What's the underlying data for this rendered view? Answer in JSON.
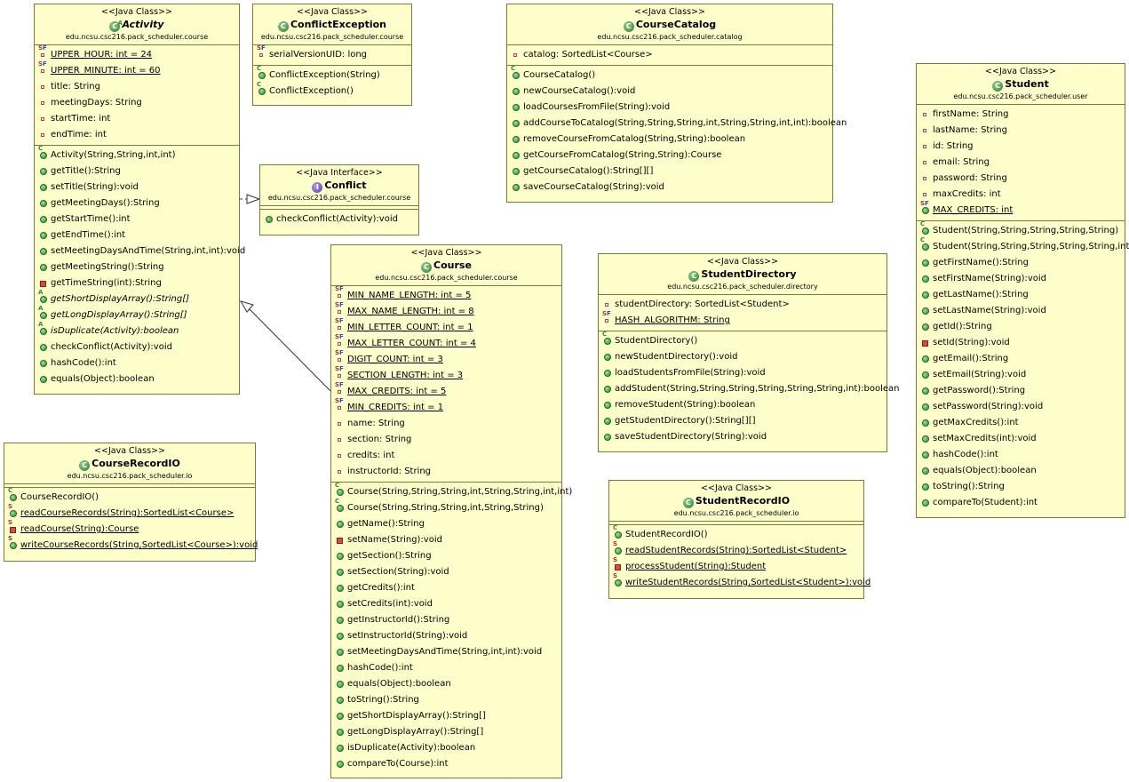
{
  "classes": {
    "activity": {
      "stereotype": "<<Java Class>>",
      "name": "Activity",
      "package": "edu.ncsu.csc216.pack_scheduler.course",
      "fields": [
        {
          "text": "UPPER_HOUR: int = 24",
          "vis": "private",
          "mods": "SF",
          "underline": true
        },
        {
          "text": "UPPER_MINUTE: int = 60",
          "vis": "private",
          "mods": "SF",
          "underline": true
        },
        {
          "text": "title: String",
          "vis": "private"
        },
        {
          "text": "meetingDays: String",
          "vis": "private"
        },
        {
          "text": "startTime: int",
          "vis": "private"
        },
        {
          "text": "endTime: int",
          "vis": "private"
        }
      ],
      "methods": [
        {
          "text": "Activity(String,String,int,int)",
          "vis": "public",
          "mods": "C"
        },
        {
          "text": "getTitle():String",
          "vis": "public"
        },
        {
          "text": "setTitle(String):void",
          "vis": "public"
        },
        {
          "text": "getMeetingDays():String",
          "vis": "public"
        },
        {
          "text": "getStartTime():int",
          "vis": "public"
        },
        {
          "text": "getEndTime():int",
          "vis": "public"
        },
        {
          "text": "setMeetingDaysAndTime(String,int,int):void",
          "vis": "public"
        },
        {
          "text": "getMeetingString():String",
          "vis": "public"
        },
        {
          "text": "getTimeString(int):String",
          "vis": "privatem"
        },
        {
          "text": "getShortDisplayArray():String[]",
          "vis": "public",
          "mods": "A",
          "italic": true
        },
        {
          "text": "getLongDisplayArray():String[]",
          "vis": "public",
          "mods": "A",
          "italic": true
        },
        {
          "text": "isDuplicate(Activity):boolean",
          "vis": "public",
          "mods": "A",
          "italic": true
        },
        {
          "text": "checkConflict(Activity):void",
          "vis": "public"
        },
        {
          "text": "hashCode():int",
          "vis": "public"
        },
        {
          "text": "equals(Object):boolean",
          "vis": "public"
        }
      ]
    },
    "conflictException": {
      "stereotype": "<<Java Class>>",
      "name": "ConflictException",
      "package": "edu.ncsu.csc216.pack_scheduler.course",
      "fields": [
        {
          "text": "serialVersionUID: long",
          "vis": "private",
          "mods": "SF"
        }
      ],
      "methods": [
        {
          "text": "ConflictException(String)",
          "vis": "public",
          "mods": "C"
        },
        {
          "text": "ConflictException()",
          "vis": "public",
          "mods": "C"
        }
      ]
    },
    "conflict": {
      "stereotype": "<<Java Interface>>",
      "name": "Conflict",
      "package": "edu.ncsu.csc216.pack_scheduler.course",
      "fields": [],
      "methods": [
        {
          "text": "checkConflict(Activity):void",
          "vis": "public"
        }
      ]
    },
    "course": {
      "stereotype": "<<Java Class>>",
      "name": "Course",
      "package": "edu.ncsu.csc216.pack_scheduler.course",
      "fields": [
        {
          "text": "MIN_NAME_LENGTH: int = 5",
          "vis": "private",
          "mods": "SF",
          "underline": true
        },
        {
          "text": "MAX_NAME_LENGTH: int = 8",
          "vis": "private",
          "mods": "SF",
          "underline": true
        },
        {
          "text": "MIN_LETTER_COUNT: int = 1",
          "vis": "private",
          "mods": "SF",
          "underline": true
        },
        {
          "text": "MAX_LETTER_COUNT: int = 4",
          "vis": "private",
          "mods": "SF",
          "underline": true
        },
        {
          "text": "DIGIT_COUNT: int = 3",
          "vis": "private",
          "mods": "SF",
          "underline": true
        },
        {
          "text": "SECTION_LENGTH: int = 3",
          "vis": "private",
          "mods": "SF",
          "underline": true
        },
        {
          "text": "MAX_CREDITS: int = 5",
          "vis": "private",
          "mods": "SF",
          "underline": true
        },
        {
          "text": "MIN_CREDITS: int = 1",
          "vis": "private",
          "mods": "SF",
          "underline": true
        },
        {
          "text": "name: String",
          "vis": "private"
        },
        {
          "text": "section: String",
          "vis": "private"
        },
        {
          "text": "credits: int",
          "vis": "private"
        },
        {
          "text": "instructorId: String",
          "vis": "private"
        }
      ],
      "methods": [
        {
          "text": "Course(String,String,String,int,String,String,int,int)",
          "vis": "public",
          "mods": "C"
        },
        {
          "text": "Course(String,String,String,int,String,String)",
          "vis": "public",
          "mods": "C"
        },
        {
          "text": "getName():String",
          "vis": "public"
        },
        {
          "text": "setName(String):void",
          "vis": "privatem"
        },
        {
          "text": "getSection():String",
          "vis": "public"
        },
        {
          "text": "setSection(String):void",
          "vis": "public"
        },
        {
          "text": "getCredits():int",
          "vis": "public"
        },
        {
          "text": "setCredits(int):void",
          "vis": "public"
        },
        {
          "text": "getInstructorId():String",
          "vis": "public"
        },
        {
          "text": "setInstructorId(String):void",
          "vis": "public"
        },
        {
          "text": "setMeetingDaysAndTime(String,int,int):void",
          "vis": "public"
        },
        {
          "text": "hashCode():int",
          "vis": "public"
        },
        {
          "text": "equals(Object):boolean",
          "vis": "public"
        },
        {
          "text": "toString():String",
          "vis": "public"
        },
        {
          "text": "getShortDisplayArray():String[]",
          "vis": "public"
        },
        {
          "text": "getLongDisplayArray():String[]",
          "vis": "public"
        },
        {
          "text": "isDuplicate(Activity):boolean",
          "vis": "public"
        },
        {
          "text": "compareTo(Course):int",
          "vis": "public"
        }
      ]
    },
    "courseCatalog": {
      "stereotype": "<<Java Class>>",
      "name": "CourseCatalog",
      "package": "edu.ncsu.csc216.pack_scheduler.catalog",
      "fields": [
        {
          "text": "catalog: SortedList<Course>",
          "vis": "private"
        }
      ],
      "methods": [
        {
          "text": "CourseCatalog()",
          "vis": "public",
          "mods": "C"
        },
        {
          "text": "newCourseCatalog():void",
          "vis": "public"
        },
        {
          "text": "loadCoursesFromFile(String):void",
          "vis": "public"
        },
        {
          "text": "addCourseToCatalog(String,String,String,int,String,String,int,int):boolean",
          "vis": "public"
        },
        {
          "text": "removeCourseFromCatalog(String,String):boolean",
          "vis": "public"
        },
        {
          "text": "getCourseFromCatalog(String,String):Course",
          "vis": "public"
        },
        {
          "text": "getCourseCatalog():String[][]",
          "vis": "public"
        },
        {
          "text": "saveCourseCatalog(String):void",
          "vis": "public"
        }
      ]
    },
    "studentDirectory": {
      "stereotype": "<<Java Class>>",
      "name": "StudentDirectory",
      "package": "edu.ncsu.csc216.pack_scheduler.directory",
      "fields": [
        {
          "text": "studentDirectory: SortedList<Student>",
          "vis": "private"
        },
        {
          "text": "HASH_ALGORITHM: String",
          "vis": "private",
          "mods": "SF",
          "underline": true
        }
      ],
      "methods": [
        {
          "text": "StudentDirectory()",
          "vis": "public",
          "mods": "C"
        },
        {
          "text": "newStudentDirectory():void",
          "vis": "public"
        },
        {
          "text": "loadStudentsFromFile(String):void",
          "vis": "public"
        },
        {
          "text": "addStudent(String,String,String,String,String,String,int):boolean",
          "vis": "public"
        },
        {
          "text": "removeStudent(String):boolean",
          "vis": "public"
        },
        {
          "text": "getStudentDirectory():String[][]",
          "vis": "public"
        },
        {
          "text": "saveStudentDirectory(String):void",
          "vis": "public"
        }
      ]
    },
    "student": {
      "stereotype": "<<Java Class>>",
      "name": "Student",
      "package": "edu.ncsu.csc216.pack_scheduler.user",
      "fields": [
        {
          "text": "firstName: String",
          "vis": "private"
        },
        {
          "text": "lastName: String",
          "vis": "private"
        },
        {
          "text": "id: String",
          "vis": "private"
        },
        {
          "text": "email: String",
          "vis": "private"
        },
        {
          "text": "password: String",
          "vis": "private"
        },
        {
          "text": "maxCredits: int",
          "vis": "private"
        },
        {
          "text": "MAX_CREDITS: int",
          "vis": "public",
          "mods": "SF",
          "underline": true
        }
      ],
      "methods": [
        {
          "text": "Student(String,String,String,String,String)",
          "vis": "public",
          "mods": "C"
        },
        {
          "text": "Student(String,String,String,String,String,int)",
          "vis": "public",
          "mods": "C"
        },
        {
          "text": "getFirstName():String",
          "vis": "public"
        },
        {
          "text": "setFirstName(String):void",
          "vis": "public"
        },
        {
          "text": "getLastName():String",
          "vis": "public"
        },
        {
          "text": "setLastName(String):void",
          "vis": "public"
        },
        {
          "text": "getId():String",
          "vis": "public"
        },
        {
          "text": "setId(String):void",
          "vis": "privatem"
        },
        {
          "text": "getEmail():String",
          "vis": "public"
        },
        {
          "text": "setEmail(String):void",
          "vis": "public"
        },
        {
          "text": "getPassword():String",
          "vis": "public"
        },
        {
          "text": "setPassword(String):void",
          "vis": "public"
        },
        {
          "text": "getMaxCredits():int",
          "vis": "public"
        },
        {
          "text": "setMaxCredits(int):void",
          "vis": "public"
        },
        {
          "text": "hashCode():int",
          "vis": "public"
        },
        {
          "text": "equals(Object):boolean",
          "vis": "public"
        },
        {
          "text": "toString():String",
          "vis": "public"
        },
        {
          "text": "compareTo(Student):int",
          "vis": "public"
        }
      ]
    },
    "courseRecordIO": {
      "stereotype": "<<Java Class>>",
      "name": "CourseRecordIO",
      "package": "edu.ncsu.csc216.pack_scheduler.io",
      "fields": [],
      "methods": [
        {
          "text": "CourseRecordIO()",
          "vis": "public",
          "mods": "C"
        },
        {
          "text": "readCourseRecords(String):SortedList<Course>",
          "vis": "public",
          "mods": "S",
          "underline": true
        },
        {
          "text": "readCourse(String):Course",
          "vis": "privatem",
          "mods": "S",
          "underline": true
        },
        {
          "text": "writeCourseRecords(String,SortedList<Course>):void",
          "vis": "public",
          "mods": "S",
          "underline": true
        }
      ]
    },
    "studentRecordIO": {
      "stereotype": "<<Java Class>>",
      "name": "StudentRecordIO",
      "package": "edu.ncsu.csc216.pack_scheduler.io",
      "fields": [],
      "methods": [
        {
          "text": "StudentRecordIO()",
          "vis": "public",
          "mods": "C"
        },
        {
          "text": "readStudentRecords(String):SortedList<Student>",
          "vis": "public",
          "mods": "S",
          "underline": true
        },
        {
          "text": "processStudent(String):Student",
          "vis": "privatem",
          "mods": "S",
          "underline": true
        },
        {
          "text": "writeStudentRecords(String,SortedList<Student>):void",
          "vis": "public",
          "mods": "S",
          "underline": true
        }
      ]
    }
  }
}
